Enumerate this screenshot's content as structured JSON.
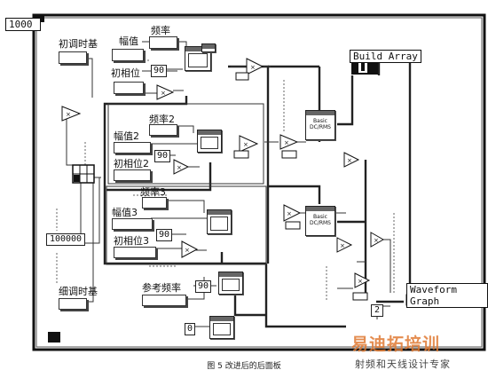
{
  "loop_count": "1000",
  "nodes": {
    "initial_time": "初调时基",
    "amplitude": "幅值",
    "frequency": "频率",
    "initial_phase": "初相位",
    "const_90_a": "90",
    "frequency_2": "频率2",
    "amplitude_2": "幅值2",
    "initial_phase_2": "初相位2",
    "const_90_b": "90",
    "frequency_3": "频率3",
    "amplitude_3": "幅值3",
    "initial_phase_3": "初相位3",
    "const_90_c": "90",
    "ref_frequency": "参考频率",
    "const_90_d": "90",
    "const_0": "0",
    "const_100000": "100000",
    "fine_time": "细调时基",
    "build_array": "Build Array",
    "waveform_graph": "Waveform Graph",
    "const_2": "2",
    "dcrms_1": "Basic DC/RMS",
    "dcrms_2": "Basic DC/RMS"
  },
  "caption": "图 5  改进后的后面板",
  "watermark": {
    "main": "易迪拓培训",
    "sub": "射频和天线设计专家",
    "color": "#e07a33"
  }
}
